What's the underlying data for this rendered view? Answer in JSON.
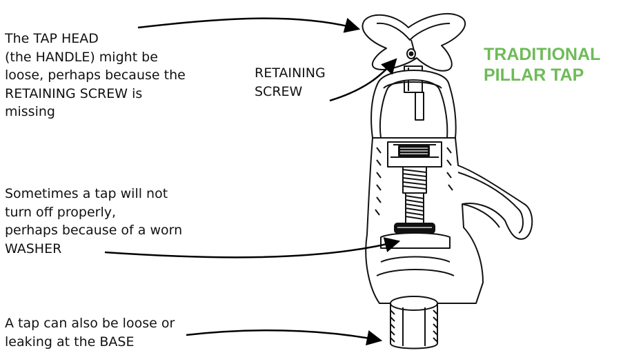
{
  "title": {
    "line1": "TRADITIONAL",
    "line2": "PILLAR TAP",
    "color": "#6dbb57"
  },
  "callouts": {
    "tap_head": {
      "lines": [
        "The TAP HEAD",
        "(the HANDLE) might be",
        "loose, perhaps because the",
        "RETAINING SCREW is",
        "missing"
      ]
    },
    "retaining_screw": {
      "lines": [
        "RETAINING",
        "SCREW"
      ]
    },
    "washer": {
      "lines": [
        "Sometimes a tap will not",
        "turn off properly,",
        "perhaps because of a worn",
        "WASHER"
      ]
    },
    "base": {
      "lines": [
        "A tap can also be loose or",
        "leaking at the BASE"
      ]
    }
  },
  "colors": {
    "text": "#111111",
    "line": "#000000"
  }
}
